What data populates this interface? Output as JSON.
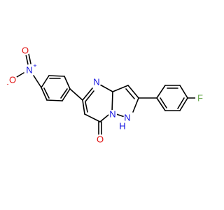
{
  "molecule": {
    "atom_colors": {
      "nitrogen": "#1010e0",
      "oxygen": "#e01010",
      "fluorine": "#6aa84f",
      "carbon": "#000000"
    },
    "labels": {
      "nitro_n": "N",
      "nitro_plus": "+",
      "nitro_o_top": "O",
      "nitro_o_minus": "-",
      "nitro_o_bottom": "O",
      "ring_n_top": "N",
      "ring_n_bridge": "N",
      "ring_nh": "N",
      "ring_nh_h": "H",
      "carbonyl_o": "O",
      "fluorine": "F"
    }
  }
}
